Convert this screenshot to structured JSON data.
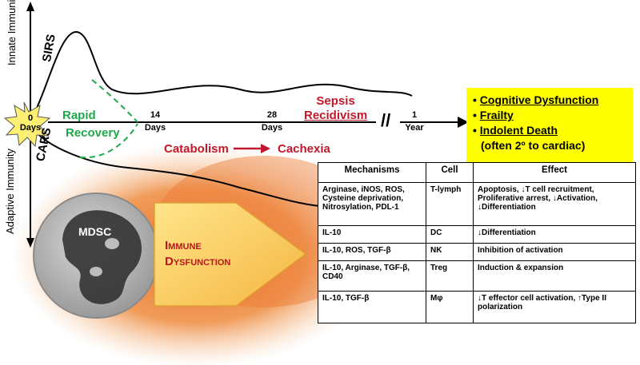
{
  "axis": {
    "innate": "Innate Immunity",
    "adaptive": "Adaptive Immunity",
    "sirs": "SIRS",
    "cars": "CARS"
  },
  "timeline": {
    "start_num": "0",
    "start_unit": "Days",
    "t14_num": "14",
    "t14_unit": "Days",
    "t28_num": "28",
    "t28_unit": "Days",
    "t1y_num": "1",
    "t1y_unit": "Year",
    "break_mark": "//"
  },
  "labels": {
    "rapid": "Rapid",
    "recovery": "Recovery",
    "sepsis": "Sepsis",
    "recidivism": "Recidivism",
    "catabolism": "Catabolism",
    "cachexia": "Cachexia",
    "mdsc": "MDSC",
    "immune": "Immune",
    "dysfunction": "Dysfunction"
  },
  "outcomes": {
    "cognitive": "Cognitive Dysfunction",
    "frailty": "Frailty",
    "indolent": "Indolent Death",
    "cardiac": "(often 2º to cardiac)",
    "bullet": "•"
  },
  "table": {
    "headers": [
      "Mechanisms",
      "Cell",
      "Effect"
    ],
    "rows": [
      [
        "Arginase, iNOS, ROS, Cysteine deprivation, Nitrosylation, PDL-1",
        "T-lymph",
        "Apoptosis, ↓T cell recruitment, Proliferative arrest, ↓Activation, ↓Differentiation"
      ],
      [
        "IL-10",
        "DC",
        "↓Differentiation"
      ],
      [
        "IL-10, ROS, TGF-β",
        "NK",
        "Inhibition of activation"
      ],
      [
        "IL-10, Arginase, TGF-β, CD40",
        "Treg",
        "Induction & expansion"
      ],
      [
        "IL-10, TGF-β",
        "Mφ",
        "↓T effector cell activation, ↑Type II polarization"
      ]
    ]
  },
  "colors": {
    "green": "#1fa84a",
    "red": "#c0182a",
    "yellow_box": "#ffff00",
    "cloud": "#e8762a",
    "arrow_fill": "#ffd94d"
  }
}
